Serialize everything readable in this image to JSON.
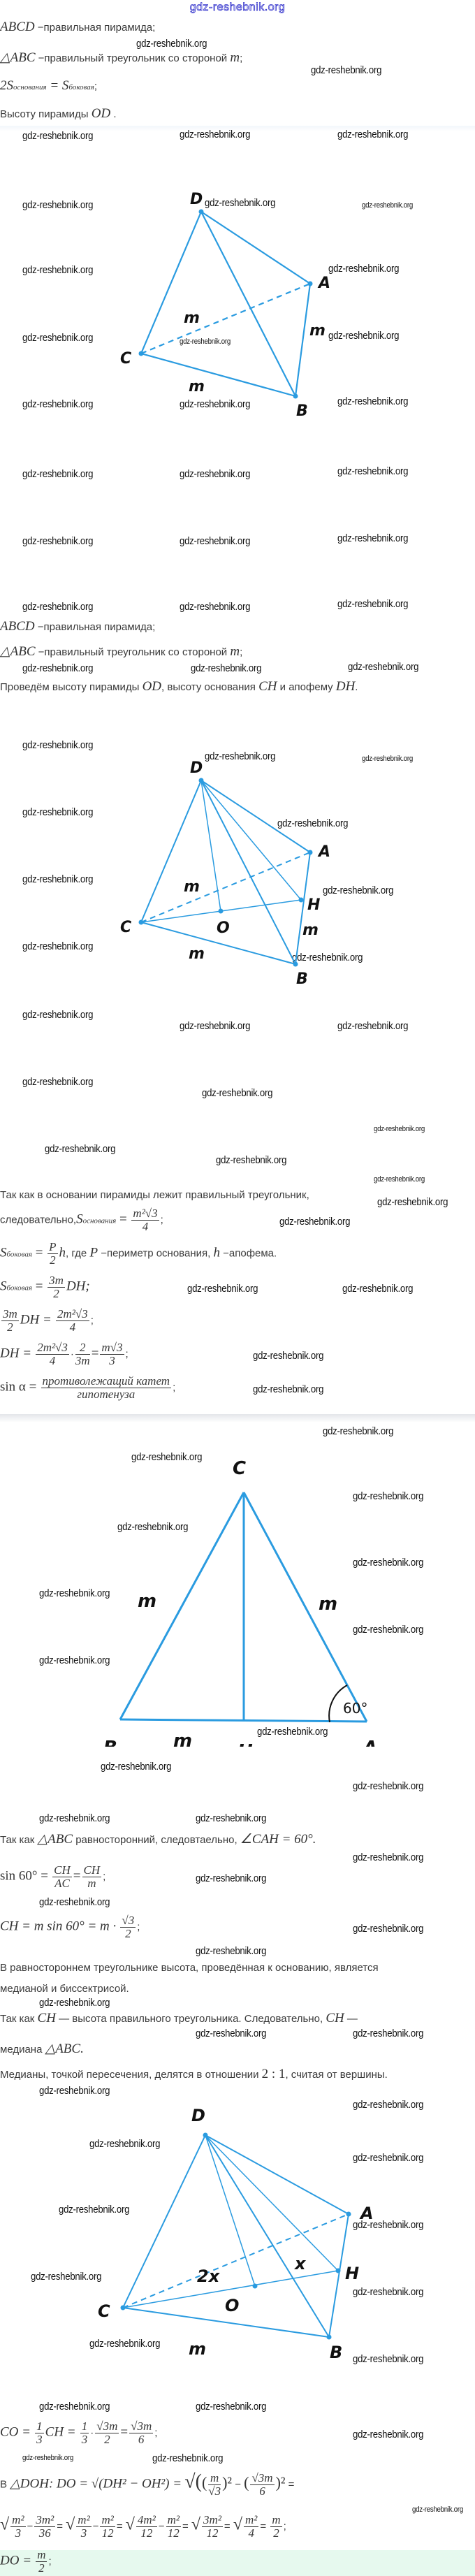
{
  "watermark": "gdz-reshebnik.org",
  "colors": {
    "figure_line": "#2a9be0",
    "text": "#333333",
    "highlight": "#e6f9ee",
    "watermark_top": "#3333cc"
  },
  "section1": {
    "l1_math": "ABCD",
    "l1_text": " −правильная пирамида;",
    "l2_math": "△ABC",
    "l2_text": " −правильный треугольник со стороной ",
    "l2_var": "m",
    "l2_end": ";",
    "l3_lhs": "2S",
    "l3_lhs_sub": "основания",
    "l3_eq": " = S",
    "l3_rhs_sub": "боковая",
    "l3_end": ";",
    "l4_text": "Высоту пирамиды ",
    "l4_math": "OD",
    "l4_end": " ."
  },
  "figure1": {
    "labels": {
      "D": "D",
      "A": "A",
      "B": "B",
      "C": "C"
    },
    "edge_labels": [
      "m",
      "m",
      "m"
    ]
  },
  "section2": {
    "l1_math": "ABCD",
    "l1_text": " −правильная пирамида;",
    "l2_math": "△ABC",
    "l2_text": " −правильный треугольник со стороной ",
    "l2_var": "m",
    "l2_end": ";",
    "l3_text1": "Проведём высоту пирамиды ",
    "l3_m1": "OD",
    "l3_text2": ", высоту основания ",
    "l3_m2": "CH",
    "l3_text3": " и апофему ",
    "l3_m3": "DH",
    "l3_end": "."
  },
  "figure2": {
    "labels": {
      "D": "D",
      "A": "A",
      "B": "B",
      "C": "C",
      "H": "H",
      "O": "O"
    },
    "edge_labels": [
      "m",
      "m",
      "m"
    ]
  },
  "section3": {
    "l1": "Так как в основании пирамиды лежит правильный треугольник,",
    "l2_text": "следовательно,",
    "l2_S": "S",
    "l2_sub": "основания",
    "l2_num": "m²√3",
    "l2_den": "4",
    "l3_S": "S",
    "l3_sub": "боковая",
    "l3_num": "P",
    "l3_den": "2",
    "l3_h": "h",
    "l3_text": ", где ",
    "l3_P": "P",
    "l3_text2": " −периметр основания, ",
    "l3_h2": "h",
    "l3_text3": " −апофема.",
    "l4_S": "S",
    "l4_sub": "боковая",
    "l4_num": "3m",
    "l4_den": "2",
    "l4_rest": "DH;",
    "l5_num1": "3m",
    "l5_den1": "2",
    "l5_mid": "DH =",
    "l5_num2": "2m²√3",
    "l5_den2": "4",
    "l6_lhs": "DH =",
    "l6_num1": "2m²√3",
    "l6_den1": "4",
    "l6_num2": "2",
    "l6_den2": "3m",
    "l6_num3": "m√3",
    "l6_den3": "3",
    "l7_lhs": "sin α =",
    "l7_num": "противолежащий катет",
    "l7_den": "гипотенуза"
  },
  "figure3": {
    "labels": {
      "C": "C",
      "B": "B",
      "H": "H",
      "A": "A"
    },
    "edge_labels": [
      "m",
      "m",
      "m"
    ],
    "angle_label": "60°"
  },
  "section4": {
    "l1_text1": "Так как ",
    "l1_m1": "△ABC",
    "l1_text2": " равносторонний, следовтаельно, ",
    "l1_m2": "∠CAH = 60°.",
    "l2_lhs": "sin 60° =",
    "l2_num1": "CH",
    "l2_den1": "AC",
    "l2_num2": "CH",
    "l2_den2": "m",
    "l3_lhs": "CH = m sin 60° = m ·",
    "l3_num": "√3",
    "l3_den": "2",
    "l4": "В равностороннем треугольнике высота, проведённая к основанию, является",
    "l5": "медианой и биссектрисой.",
    "l6_text1": "Так как ",
    "l6_m1": "CH",
    "l6_text2": " — высота правильного треугольника. Следовательно, ",
    "l6_m2": "CH",
    "l6_text3": " —",
    "l7_text": "медиана ",
    "l7_m": "△ABC.",
    "l8_text1": "Медианы, точкой пересечения, делятся в отношении ",
    "l8_m": "2 : 1",
    "l8_text2": ", считая от вершины."
  },
  "figure4": {
    "labels": {
      "D": "D",
      "A": "A",
      "B": "B",
      "C": "C",
      "H": "H",
      "O": "O"
    },
    "segment_labels": [
      "2x",
      "x",
      "m"
    ]
  },
  "section5": {
    "l1_lhs": "CO =",
    "l1_n1": "1",
    "l1_d1": "3",
    "l1_mid": "CH =",
    "l1_n2": "1",
    "l1_d2": "3",
    "l1_n3": "√3m",
    "l1_d3": "2",
    "l1_n4": "√3m",
    "l1_d4": "6",
    "l2_text": "В ",
    "l2_lhs": "△DOH: DO = √(DH² − OH²) =",
    "l2_n1": "m",
    "l2_d1": "√3",
    "l2_n2": "√3m",
    "l2_d2": "6",
    "l3_n1": "m²",
    "l3_d1": "3",
    "l3_n2": "3m²",
    "l3_d2": "36",
    "l3_n3": "m²",
    "l3_d3": "3",
    "l3_n4": "m²",
    "l3_d4": "12",
    "l3_n5": "4m²",
    "l3_d5": "12",
    "l3_n6": "m²",
    "l3_d6": "12",
    "l3_n7": "3m²",
    "l3_d7": "12",
    "l3_n8": "m²",
    "l3_d8": "4",
    "l3_n9": "m",
    "l3_d9": "2",
    "l4_lhs": "DO =",
    "l4_num": "m",
    "l4_den": "2"
  }
}
